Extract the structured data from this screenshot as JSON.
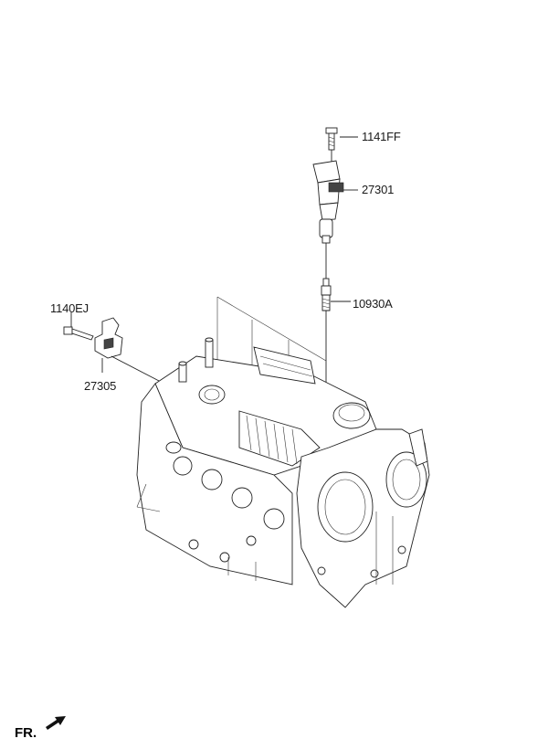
{
  "diagram": {
    "parts": [
      {
        "id": "p1",
        "number": "1141FF"
      },
      {
        "id": "p2",
        "number": "27301"
      },
      {
        "id": "p3",
        "number": "10930A"
      },
      {
        "id": "p4",
        "number": "1140EJ"
      },
      {
        "id": "p5",
        "number": "27305"
      }
    ],
    "orientation_label": "FR."
  }
}
